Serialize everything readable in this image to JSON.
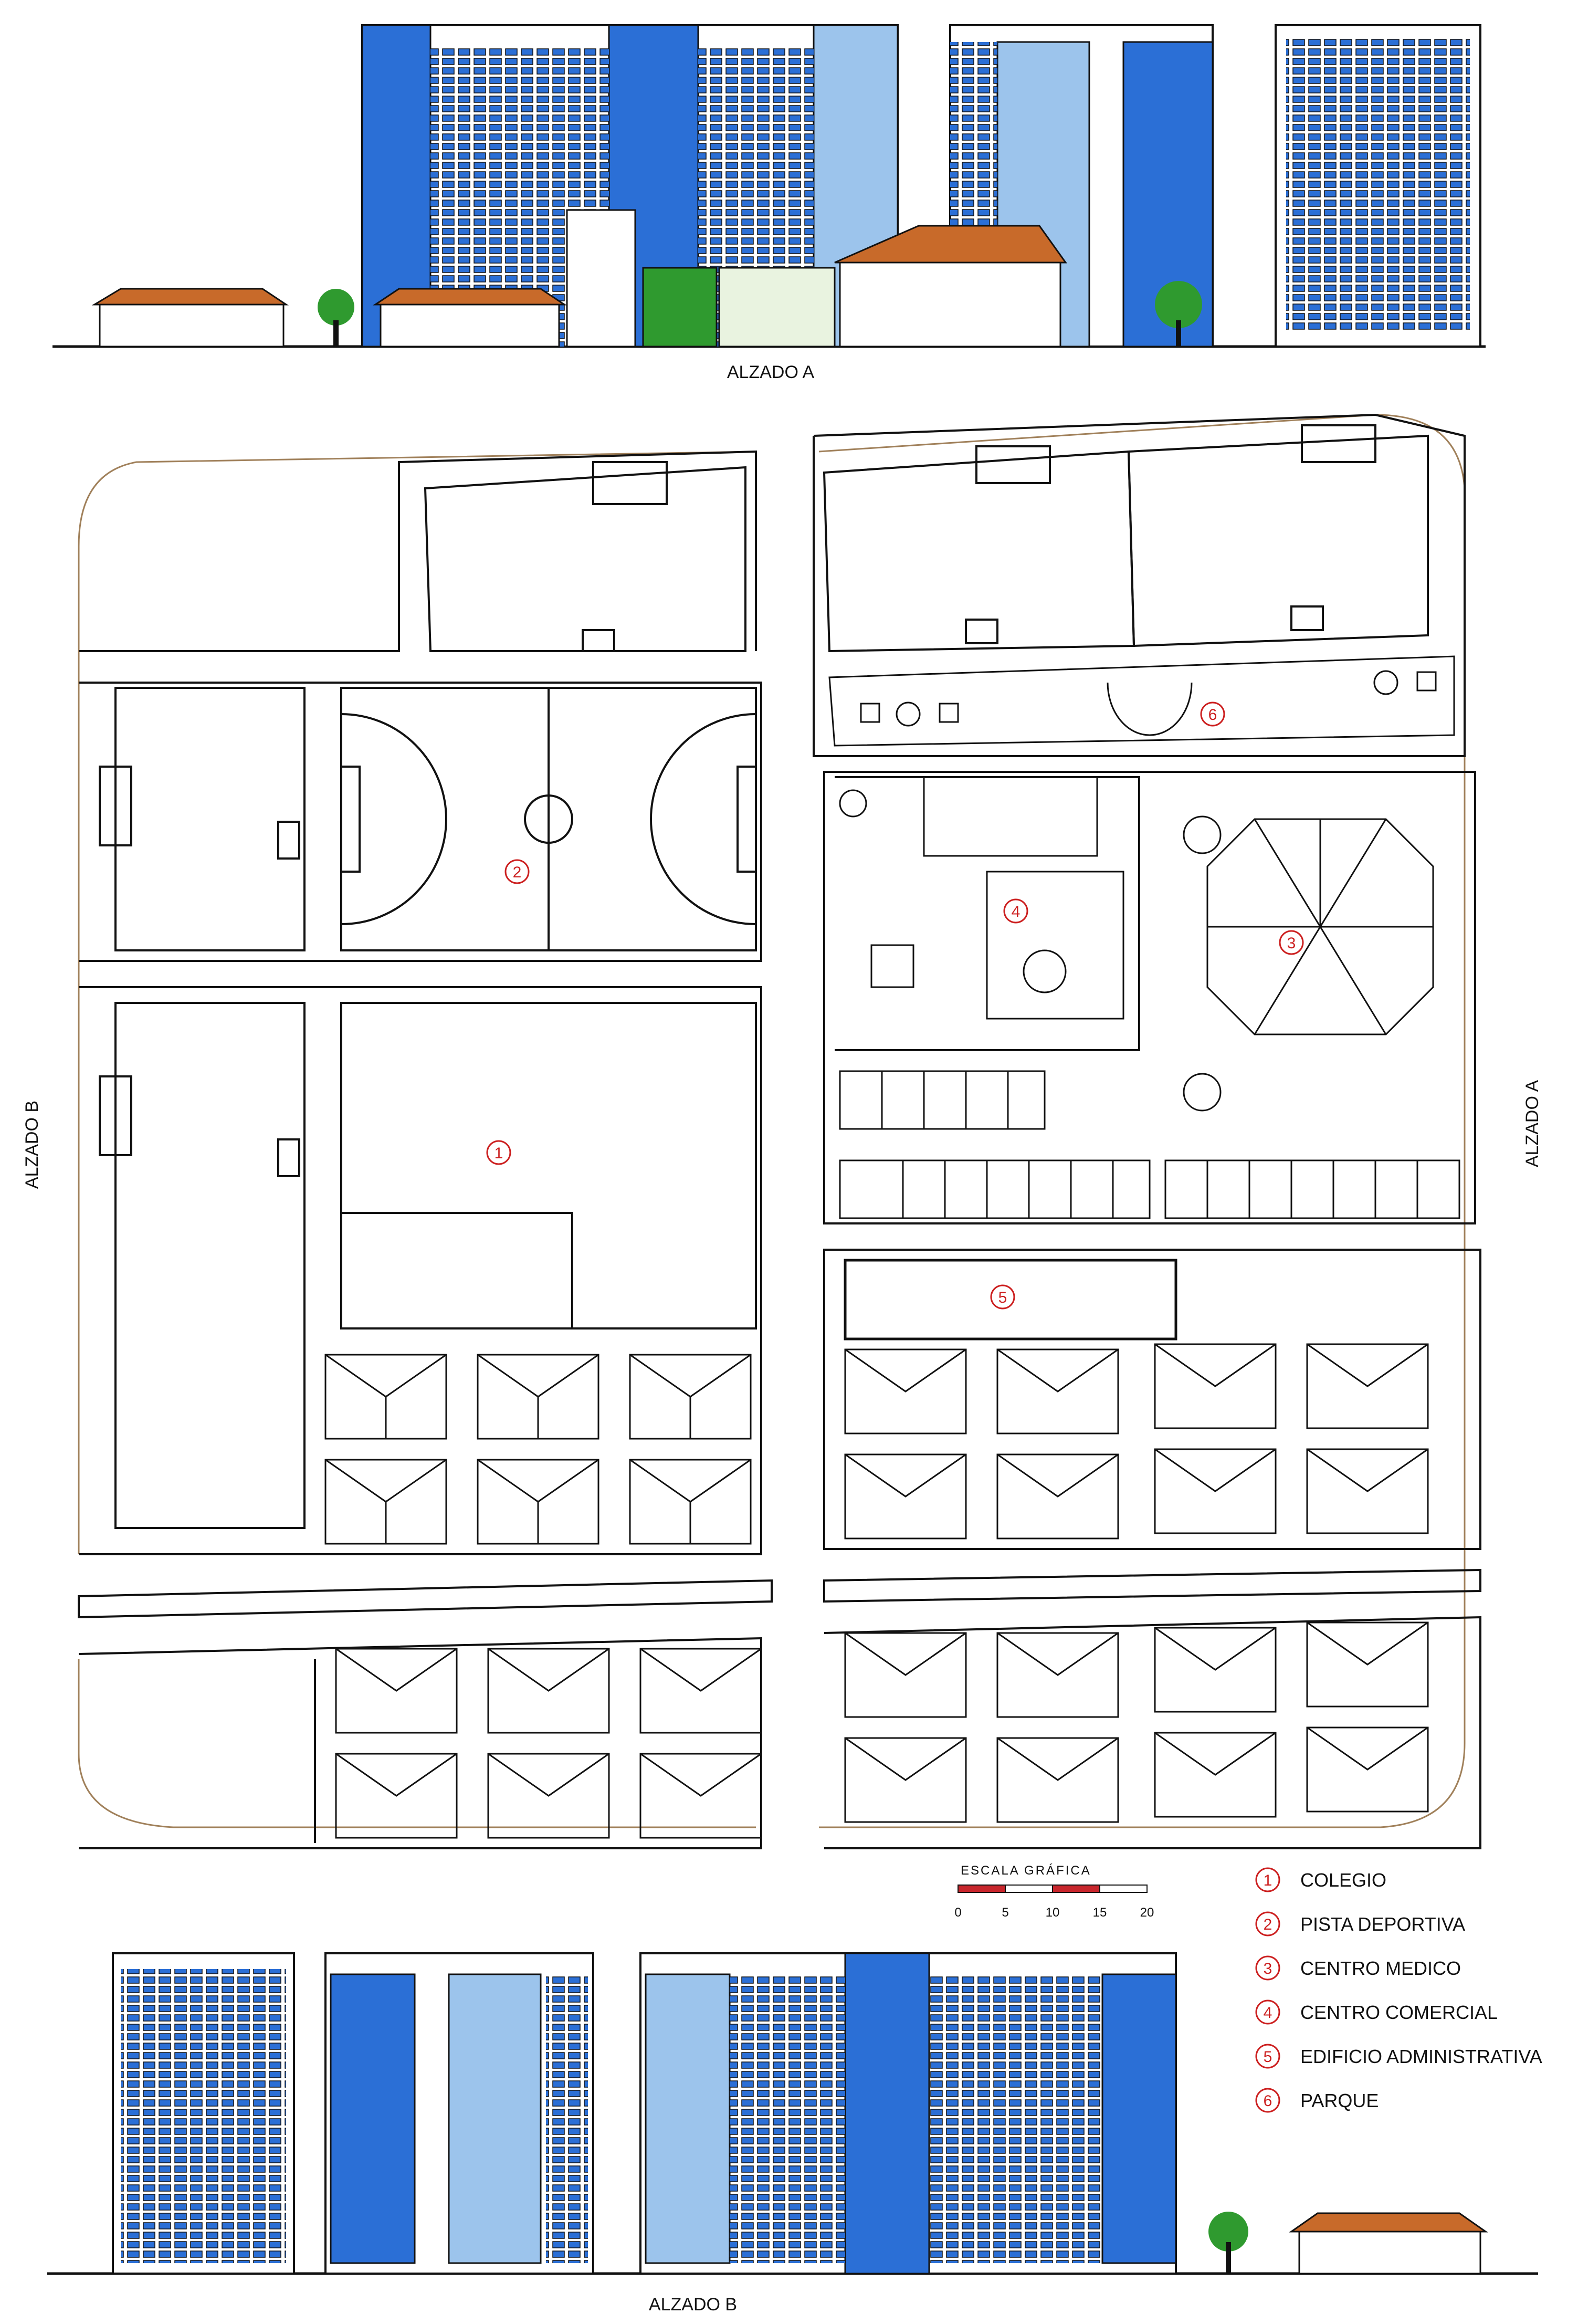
{
  "labels": {
    "elevation_a_bottom": "ALZADO A",
    "elevation_a_side": "ALZADO A",
    "elevation_b_side": "ALZADO B",
    "elevation_b_bottom": "ALZADO B"
  },
  "scale": {
    "title": "ESCALA GRÁFICA",
    "ticks": [
      "0",
      "5",
      "10",
      "15",
      "20"
    ]
  },
  "legend": [
    {
      "num": "1",
      "label": "COLEGIO"
    },
    {
      "num": "2",
      "label": "PISTA DEPORTIVA"
    },
    {
      "num": "3",
      "label": "CENTRO MEDICO"
    },
    {
      "num": "4",
      "label": "CENTRO COMERCIAL"
    },
    {
      "num": "5",
      "label": "EDIFICIO ADMINISTRATIVA"
    },
    {
      "num": "6",
      "label": "PARQUE"
    }
  ],
  "zone_markers": [
    "1",
    "2",
    "3",
    "4",
    "5",
    "6"
  ],
  "colors": {
    "line": "#111111",
    "marker_red": "#cc1f1f",
    "glass_blue": "#2b6fd6",
    "light_blue": "#9cc4ec",
    "roof_orange": "#c86a2a",
    "tree_green": "#2f9a2f",
    "boundary_brown": "#a0805a",
    "scale_red": "#c8262c"
  }
}
